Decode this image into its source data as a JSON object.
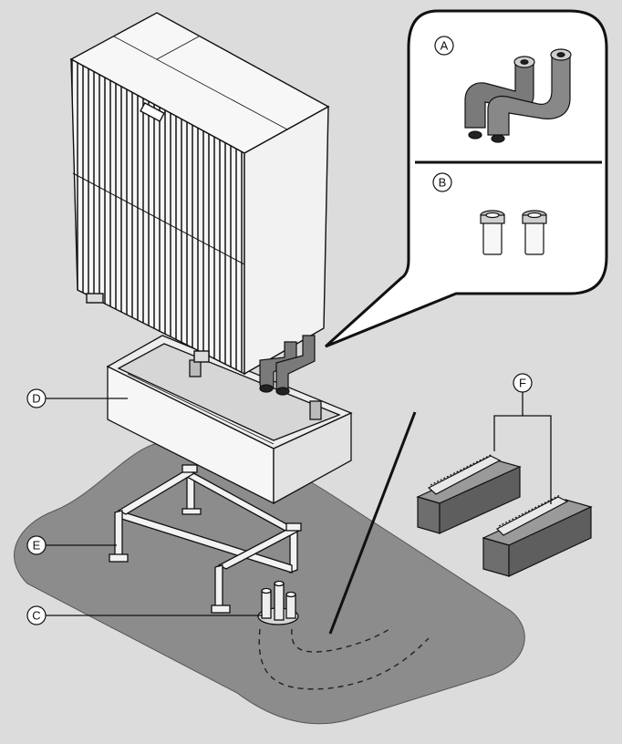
{
  "callouts": {
    "a": "A",
    "b": "B",
    "c": "C",
    "d": "D",
    "e": "E",
    "f": "F"
  },
  "colors": {
    "background": "#dcdcdc",
    "foundation": "#8c8c8c",
    "unit_body": "#f4f4f4",
    "outline": "#111111",
    "pipe_insulation": "#7a7a7a",
    "plinth_block": "#6e6e6e"
  }
}
